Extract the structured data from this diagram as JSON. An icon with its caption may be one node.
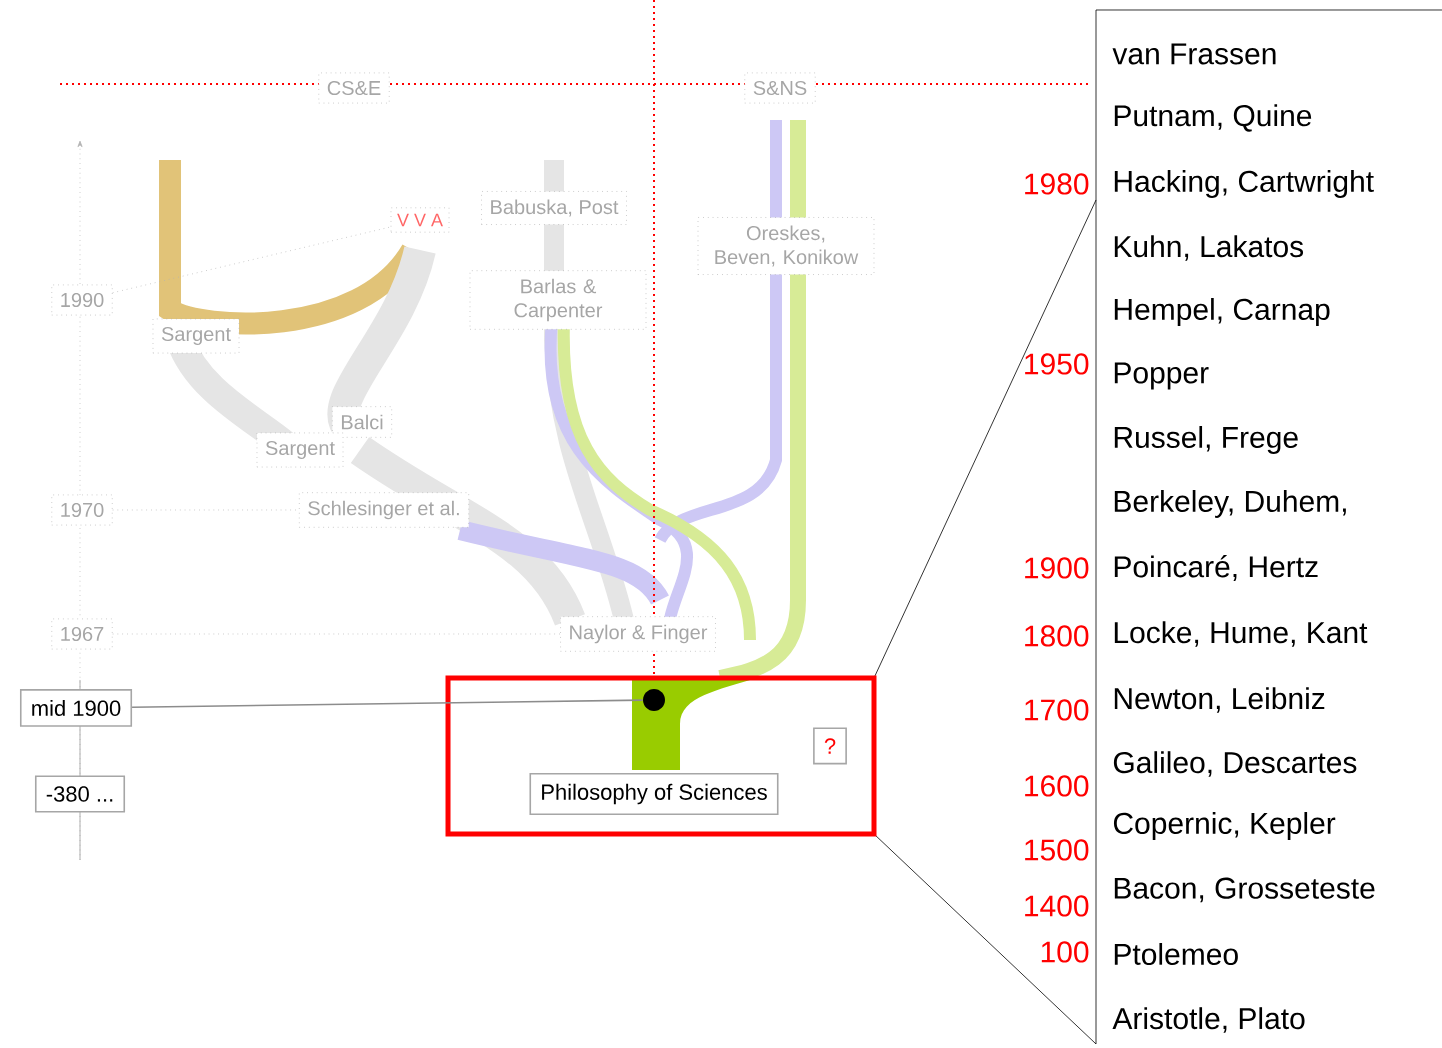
{
  "diagram": {
    "nodes": [
      {
        "text": [
          "CS&E"
        ]
      },
      {
        "text": [
          "S&NS"
        ]
      },
      {
        "text": [
          "V V A"
        ]
      },
      {
        "text": [
          "Babuska, Post"
        ]
      },
      {
        "text": [
          "Oreskes, Beven, Konikow"
        ]
      },
      {
        "text": [
          "1990"
        ]
      },
      {
        "text": [
          "Sargent"
        ]
      },
      {
        "text": [
          "Barlas & Carpenter"
        ]
      },
      {
        "text": [
          "Balci"
        ]
      },
      {
        "text": [
          "Sargent"
        ]
      },
      {
        "text": [
          "1970"
        ]
      },
      {
        "text": [
          "Schlesinger et al."
        ]
      },
      {
        "text": [
          "1967"
        ]
      },
      {
        "text": [
          "Naylor & Finger"
        ]
      },
      {
        "text": [
          "mid 1900"
        ]
      },
      {
        "text": [
          "-380 ..."
        ]
      },
      {
        "text": [],
        "shape": "box"
      },
      {
        "text": [
          "Philosophy of Sciences"
        ],
        "in": 16
      },
      {
        "text": [
          "?"
        ],
        "in": 16
      },
      {
        "text": [],
        "shape": "circle",
        "in": 16
      }
    ],
    "edges": [
      {
        "from": 5,
        "to": 2,
        "arrow": "none",
        "style": "dashed"
      },
      {
        "from": 10,
        "to": 11,
        "arrow": "none",
        "style": "dashed"
      },
      {
        "from": 12,
        "to": 13,
        "arrow": "none",
        "style": "dashed"
      },
      {
        "from": 14,
        "to": 19,
        "arrow": "none"
      }
    ],
    "labels": [
      "van Frassen",
      "Putnam, Quine",
      "1980",
      "Hacking, Cartwright",
      "Kuhn, Lakatos",
      "Hempel, Carnap",
      "1950",
      "Popper",
      "Russel, Frege",
      "Berkeley, Duhem,",
      "1900",
      "Poincaré, Hertz",
      "1800",
      "Locke, Hume, Kant",
      "1700",
      "Newton, Leibniz",
      "Galileo, Descartes",
      "1600",
      "Copernic, Kepler",
      "1500",
      "Bacon, Grosseteste",
      "1400",
      "100",
      "Ptolemeo",
      "Aristotle, Plato"
    ]
  }
}
